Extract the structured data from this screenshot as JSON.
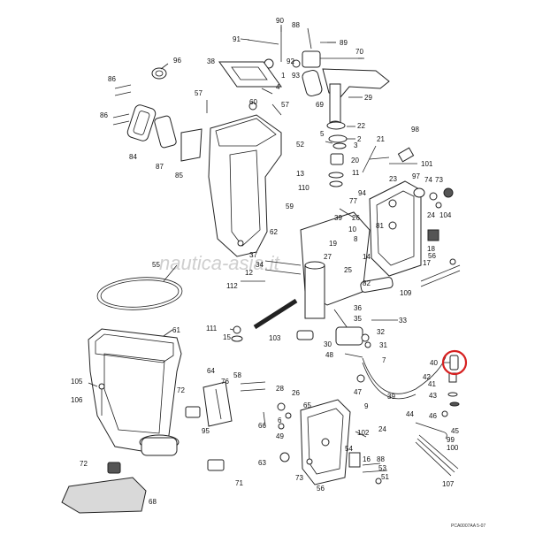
{
  "watermark": "nautica-asia.it",
  "figure_ref": "PCA0007AA 5-07",
  "highlight_color": "#d62020",
  "highlighted_part": "40",
  "labels": {
    "l90": "90",
    "l88": "88",
    "l91": "91",
    "l89": "89",
    "l70": "70",
    "l92": "92",
    "l38": "38",
    "l96": "96",
    "l93": "93",
    "l1": "1",
    "l86a": "86",
    "l57a": "57",
    "l4": "4",
    "l60": "60",
    "l69": "69",
    "l29": "29",
    "l57b": "57",
    "l86b": "86",
    "l22": "22",
    "l2": "2",
    "l98": "98",
    "l5": "5",
    "l3": "3",
    "l21": "21",
    "l84": "84",
    "l87": "87",
    "l52": "52",
    "l85": "85",
    "l20": "20",
    "l101": "101",
    "l13": "13",
    "l11": "11",
    "l110": "110",
    "l23": "23",
    "l97": "97",
    "l74": "74",
    "l73": "73",
    "l94": "94",
    "l77": "77",
    "l26": "26",
    "l59": "59",
    "l24": "24",
    "l104": "104",
    "l39": "39",
    "l81": "81",
    "l10": "10",
    "l62": "62",
    "l8": "8",
    "l19": "19",
    "l55": "55",
    "l37": "37",
    "l34": "34",
    "l27": "27",
    "l18": "18",
    "l14": "14",
    "l17": "17",
    "l56": "56",
    "l25": "25",
    "l12": "12",
    "l82": "82",
    "l112": "112",
    "l109": "109",
    "l36": "36",
    "l35": "35",
    "l33": "33",
    "l111": "111",
    "l32": "32",
    "l61": "61",
    "l15": "15",
    "l31": "31",
    "l103": "103",
    "l30": "30",
    "l48": "48",
    "l40": "40",
    "l7": "7",
    "l42": "42",
    "l41": "41",
    "l105": "105",
    "l58": "58",
    "l43": "43",
    "l64": "64",
    "l106": "106",
    "l72a": "72",
    "l76": "76",
    "l28": "28",
    "l26b": "26",
    "l47": "47",
    "l9": "9",
    "l65": "65",
    "l46": "46",
    "l44": "44",
    "l66": "66",
    "l6": "6",
    "l95": "95",
    "l49": "49",
    "l45": "45",
    "l102": "102",
    "l24b": "24",
    "l99": "99",
    "l100": "100",
    "l63": "63",
    "l54": "54",
    "l16": "16",
    "l88b": "88",
    "l72b": "72",
    "l73b": "73",
    "l53": "53",
    "l51": "51",
    "l71": "71",
    "l56b": "56",
    "l107": "107",
    "l68": "68"
  }
}
